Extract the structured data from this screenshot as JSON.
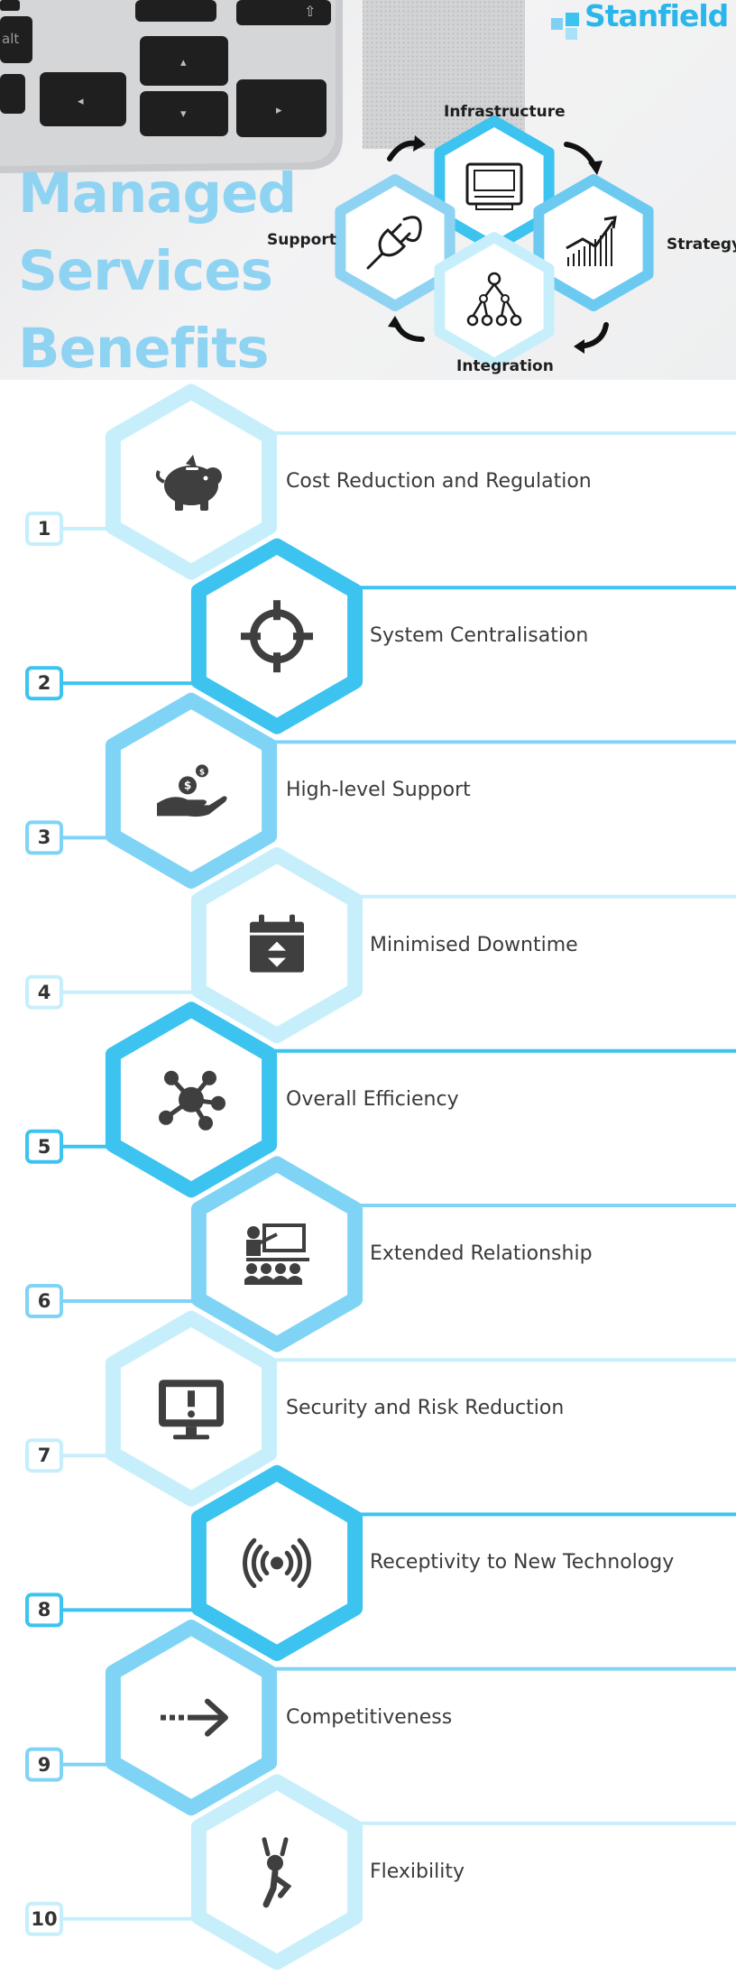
{
  "header": {
    "title_lines": [
      "Managed",
      "Services",
      "Benefits"
    ],
    "logo_text": "Stanfield IT",
    "cycle": {
      "top": "Infrastructure",
      "left": "Support",
      "right": "Strategy",
      "bottom": "Integration",
      "icons": [
        "computer-icon",
        "plug-icon",
        "growth-chart-icon",
        "network-tree-icon"
      ]
    }
  },
  "colors": {
    "light": "#c7effb",
    "mid": "#7fd4f6",
    "strong": "#3cc3ef",
    "icon": "#3f3f3f",
    "title": "#8fd3f3"
  },
  "benefits": [
    {
      "number": "1",
      "label": "Cost Reduction and Regulation",
      "icon": "piggy-bank-icon"
    },
    {
      "number": "2",
      "label": "System Centralisation",
      "icon": "crosshair-icon"
    },
    {
      "number": "3",
      "label": "High-level Support",
      "icon": "hand-coins-icon"
    },
    {
      "number": "4",
      "label": "Minimised Downtime",
      "icon": "calendar-icon"
    },
    {
      "number": "5",
      "label": "Overall Efficiency",
      "icon": "network-hub-icon"
    },
    {
      "number": "6",
      "label": "Extended Relationship",
      "icon": "classroom-icon"
    },
    {
      "number": "7",
      "label": "Security and Risk Reduction",
      "icon": "monitor-alert-icon"
    },
    {
      "number": "8",
      "label": "Receptivity to New Technology",
      "icon": "broadcast-icon"
    },
    {
      "number": "9",
      "label": "Competitiveness",
      "icon": "arrow-right-icon"
    },
    {
      "number": "10",
      "label": "Flexibility",
      "icon": "acrobat-icon"
    }
  ]
}
